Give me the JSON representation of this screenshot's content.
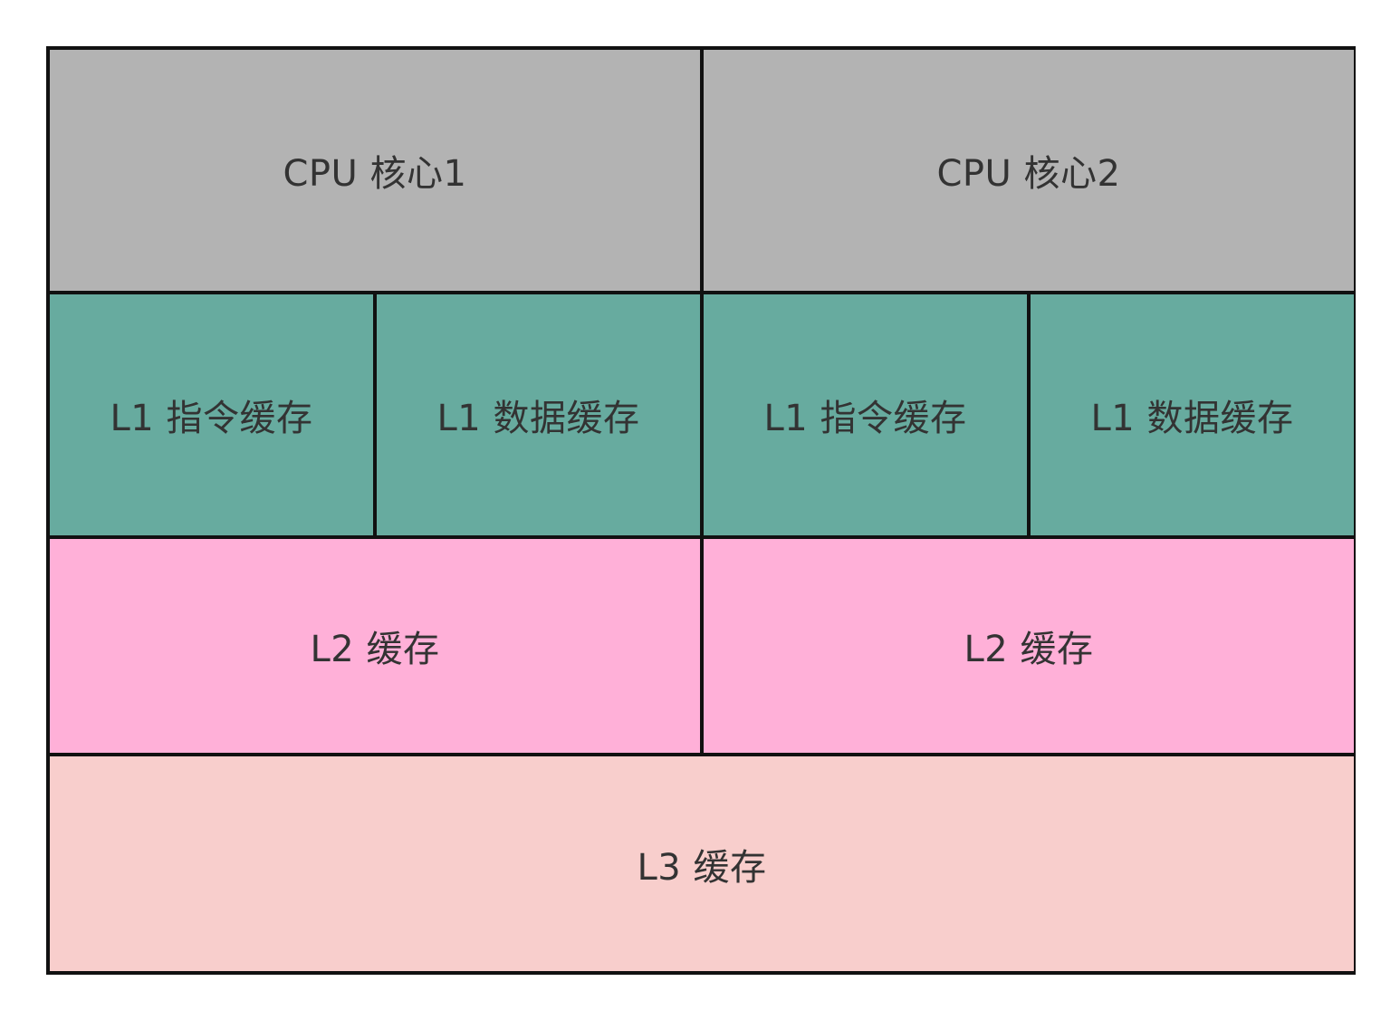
{
  "colors": {
    "cpu": "#b3b3b3",
    "l1": "#67ab9f",
    "l2": "#ffb0d8",
    "l3": "#f8cecc",
    "border": "#111111",
    "text": "#333333"
  },
  "cores": [
    {
      "label": "CPU 核心1"
    },
    {
      "label": "CPU 核心2"
    }
  ],
  "l1_caches": [
    {
      "label": "L1 指令缓存"
    },
    {
      "label": "L1 数据缓存"
    },
    {
      "label": "L1 指令缓存"
    },
    {
      "label": "L1 数据缓存"
    }
  ],
  "l2_caches": [
    {
      "label": "L2 缓存"
    },
    {
      "label": "L2 缓存"
    }
  ],
  "l3_cache": {
    "label": "L3 缓存"
  }
}
